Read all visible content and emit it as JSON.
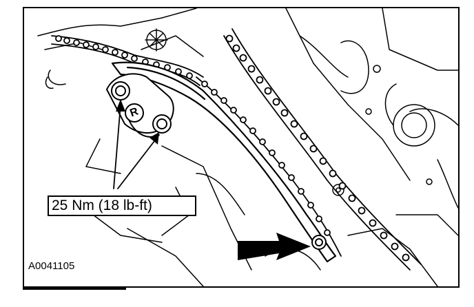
{
  "figure": {
    "torque_callout": "25 Nm (18 lb-ft)",
    "figure_id": "A0041105",
    "component_letter": "R"
  },
  "colors": {
    "ink": "#000000",
    "paper": "#ffffff"
  },
  "icons": [
    "arrow-up-icon",
    "large-arrow-right-icon"
  ]
}
